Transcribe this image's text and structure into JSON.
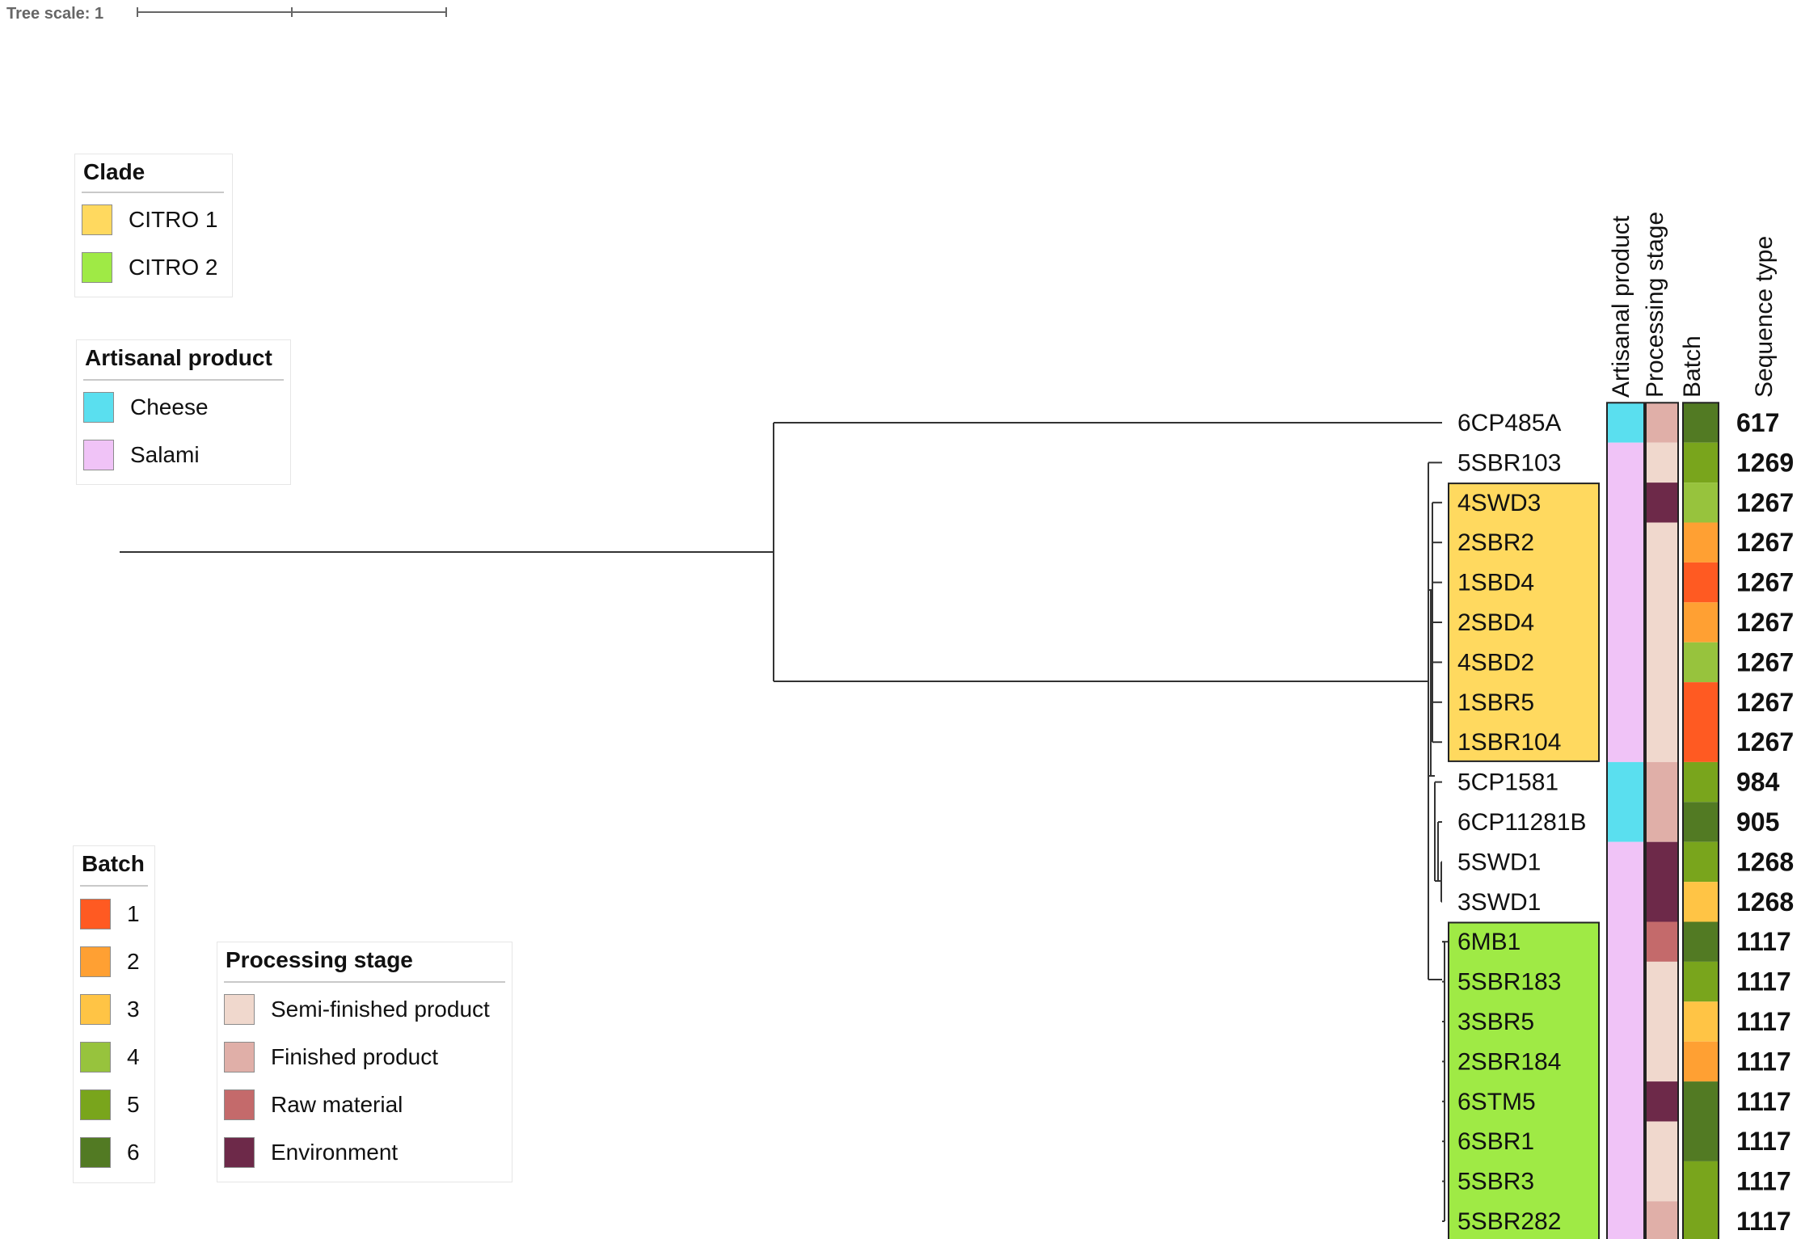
{
  "tree_scale": {
    "label": "Tree scale: 1"
  },
  "column_headers": [
    "Artisanal product",
    "Processing stage",
    "Batch",
    "Sequence type"
  ],
  "legends": [
    {
      "id": "clade",
      "title": "Clade",
      "items": [
        {
          "label": "CITRO 1",
          "color": "#ffd95f"
        },
        {
          "label": "CITRO 2",
          "color": "#9fea45"
        }
      ]
    },
    {
      "id": "artisanal-product",
      "title": "Artisanal product",
      "items": [
        {
          "label": "Cheese",
          "color": "#5adfef"
        },
        {
          "label": "Salami",
          "color": "#f0c3f7"
        }
      ]
    },
    {
      "id": "batch",
      "title": "Batch",
      "items": [
        {
          "label": "1",
          "color": "#ff5a22"
        },
        {
          "label": "2",
          "color": "#ffa033"
        },
        {
          "label": "3",
          "color": "#ffc445"
        },
        {
          "label": "4",
          "color": "#97c33d"
        },
        {
          "label": "5",
          "color": "#79a51c"
        },
        {
          "label": "6",
          "color": "#527a23"
        }
      ]
    },
    {
      "id": "processing-stage",
      "title": "Processing stage",
      "items": [
        {
          "label": "Semi-finished product",
          "color": "#f0d8cd"
        },
        {
          "label": "Finished product",
          "color": "#e0afa8"
        },
        {
          "label": "Raw material",
          "color": "#c46a6b"
        },
        {
          "label": "Environment",
          "color": "#6d2949"
        }
      ]
    }
  ],
  "taxa": [
    {
      "label": "6CP485A",
      "product": "Cheese",
      "stage": "Finished product",
      "batch": "6",
      "st": "617"
    },
    {
      "label": "5SBR103",
      "product": "Salami",
      "stage": "Semi-finished product",
      "batch": "5",
      "st": "1269"
    },
    {
      "label": "4SWD3",
      "product": "Salami",
      "stage": "Environment",
      "batch": "4",
      "st": "1267",
      "clade": "CITRO 1"
    },
    {
      "label": "2SBR2",
      "product": "Salami",
      "stage": "Semi-finished product",
      "batch": "2",
      "st": "1267",
      "clade": "CITRO 1"
    },
    {
      "label": "1SBD4",
      "product": "Salami",
      "stage": "Semi-finished product",
      "batch": "1",
      "st": "1267",
      "clade": "CITRO 1"
    },
    {
      "label": "2SBD4",
      "product": "Salami",
      "stage": "Semi-finished product",
      "batch": "2",
      "st": "1267",
      "clade": "CITRO 1"
    },
    {
      "label": "4SBD2",
      "product": "Salami",
      "stage": "Semi-finished product",
      "batch": "4",
      "st": "1267",
      "clade": "CITRO 1"
    },
    {
      "label": "1SBR5",
      "product": "Salami",
      "stage": "Semi-finished product",
      "batch": "1",
      "st": "1267",
      "clade": "CITRO 1"
    },
    {
      "label": "1SBR104",
      "product": "Salami",
      "stage": "Semi-finished product",
      "batch": "1",
      "st": "1267",
      "clade": "CITRO 1"
    },
    {
      "label": "5CP1581",
      "product": "Cheese",
      "stage": "Finished product",
      "batch": "5",
      "st": "984"
    },
    {
      "label": "6CP11281B",
      "product": "Cheese",
      "stage": "Finished product",
      "batch": "6",
      "st": "905"
    },
    {
      "label": "5SWD1",
      "product": "Salami",
      "stage": "Environment",
      "batch": "5",
      "st": "1268"
    },
    {
      "label": "3SWD1",
      "product": "Salami",
      "stage": "Environment",
      "batch": "3",
      "st": "1268"
    },
    {
      "label": "6MB1",
      "product": "Salami",
      "stage": "Raw material",
      "batch": "6",
      "st": "1117",
      "clade": "CITRO 2"
    },
    {
      "label": "5SBR183",
      "product": "Salami",
      "stage": "Semi-finished product",
      "batch": "5",
      "st": "1117",
      "clade": "CITRO 2"
    },
    {
      "label": "3SBR5",
      "product": "Salami",
      "stage": "Semi-finished product",
      "batch": "3",
      "st": "1117",
      "clade": "CITRO 2"
    },
    {
      "label": "2SBR184",
      "product": "Salami",
      "stage": "Semi-finished product",
      "batch": "2",
      "st": "1117",
      "clade": "CITRO 2"
    },
    {
      "label": "6STM5",
      "product": "Salami",
      "stage": "Environment",
      "batch": "6",
      "st": "1117",
      "clade": "CITRO 2"
    },
    {
      "label": "6SBR1",
      "product": "Salami",
      "stage": "Semi-finished product",
      "batch": "6",
      "st": "1117",
      "clade": "CITRO 2"
    },
    {
      "label": "5SBR3",
      "product": "Salami",
      "stage": "Semi-finished product",
      "batch": "5",
      "st": "1117",
      "clade": "CITRO 2"
    },
    {
      "label": "5SBR282",
      "product": "Salami",
      "stage": "Finished product",
      "batch": "5",
      "st": "1117",
      "clade": "CITRO 2"
    }
  ]
}
